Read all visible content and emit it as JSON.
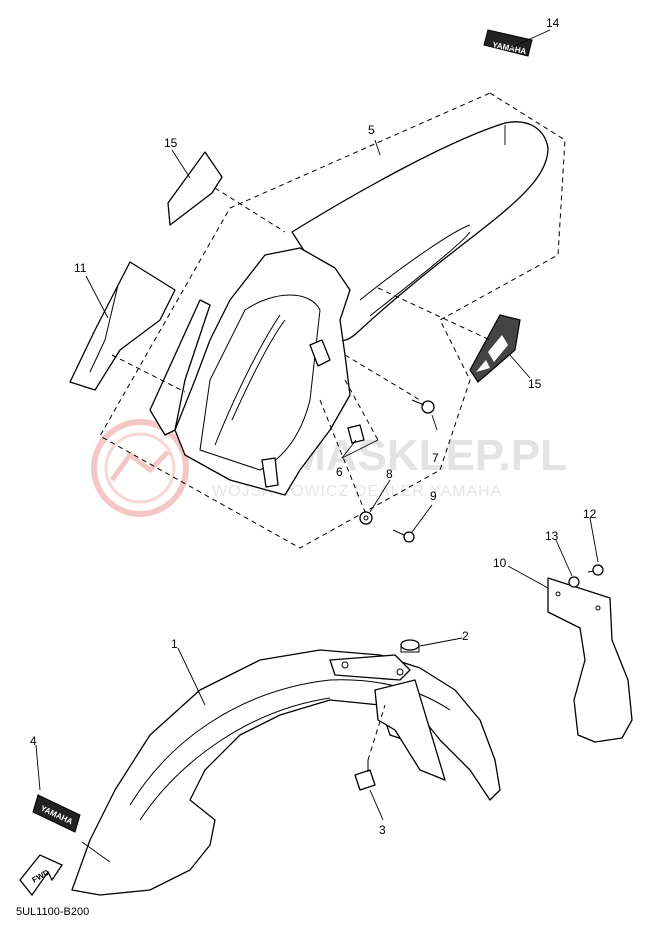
{
  "diagram_code": "5UL1100-B200",
  "watermark": {
    "title": "YAMASKLEP.PL",
    "subtitle": "WOJSA ROWICZ  DEALER YAMAHA"
  },
  "decals": {
    "yamaha_front": "YAMAHA",
    "yamaha_rear": "YAMAHA",
    "fwd": "FWD"
  },
  "callouts": {
    "c1": "1",
    "c2": "2",
    "c3": "3",
    "c4": "4",
    "c5": "5",
    "c6": "6",
    "c7": "7",
    "c8": "8",
    "c9": "9",
    "c10": "10",
    "c11": "11",
    "c12": "12",
    "c13": "13",
    "c14": "14",
    "c15a": "15",
    "c15b": "15"
  },
  "colors": {
    "line": "#000000",
    "watermark_gray": "#e3e3e3",
    "watermark_logo": "#f4c7c7"
  }
}
